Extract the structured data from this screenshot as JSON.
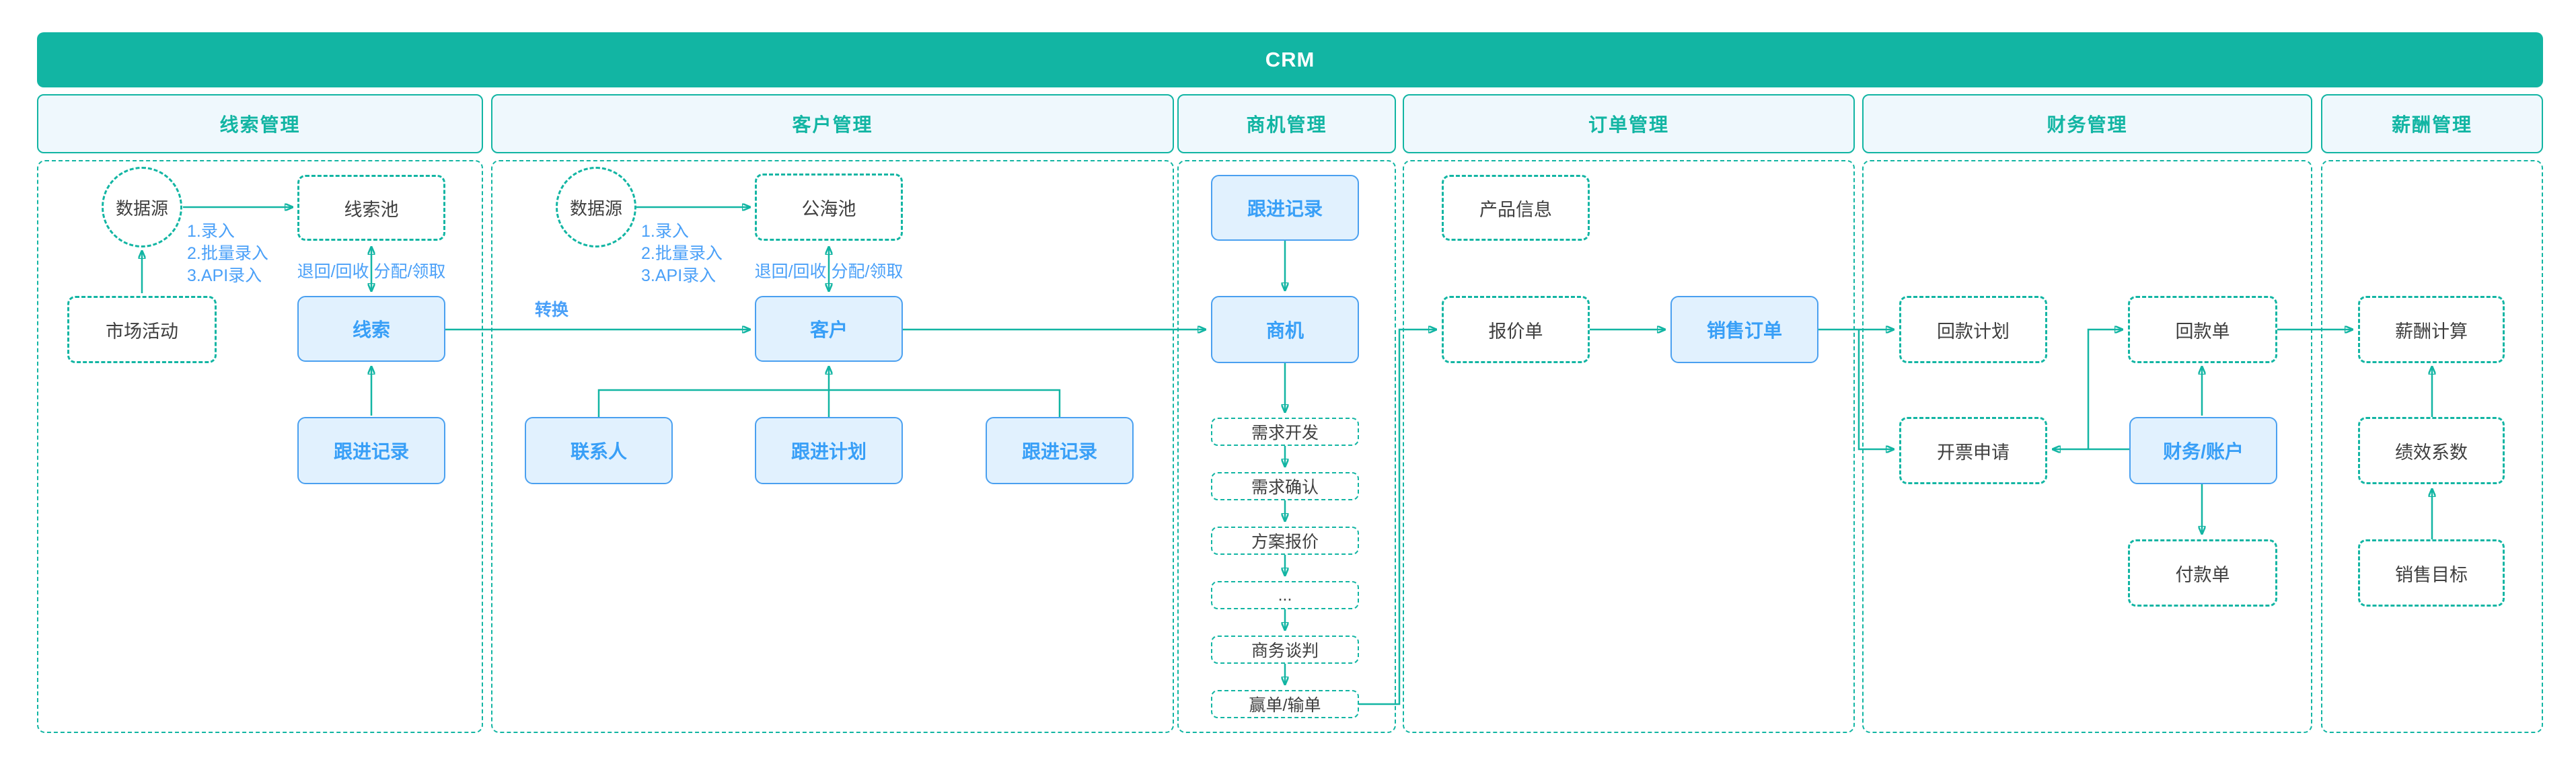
{
  "app": {
    "title": "CRM"
  },
  "colors": {
    "teal": "#12b5a3",
    "header_fill": "#eff8fd",
    "solid_node_border": "#4aa0f0",
    "solid_node_fill": "#e1f1fe",
    "solid_node_text": "#389ff7",
    "dashed_node_text": "#3f3f3f",
    "annotation_blue": "#4aa0f8"
  },
  "sections": [
    {
      "label": "线索管理"
    },
    {
      "label": "客户管理"
    },
    {
      "label": "商机管理"
    },
    {
      "label": "订单管理"
    },
    {
      "label": "财务管理"
    },
    {
      "label": "薪酬管理"
    }
  ],
  "nodes": [
    {
      "label": "数据源",
      "type": "ellipse"
    },
    {
      "label": "线索池",
      "type": "dashed"
    },
    {
      "label": "市场活动",
      "type": "dashed"
    },
    {
      "label": "线索",
      "type": "solid"
    },
    {
      "label": "跟进记录",
      "type": "solid"
    },
    {
      "label": "数据源",
      "type": "ellipse"
    },
    {
      "label": "公海池",
      "type": "dashed"
    },
    {
      "label": "客户",
      "type": "solid"
    },
    {
      "label": "联系人",
      "type": "solid"
    },
    {
      "label": "跟进计划",
      "type": "solid"
    },
    {
      "label": "跟进记录",
      "type": "solid"
    },
    {
      "label": "跟进记录",
      "type": "solid"
    },
    {
      "label": "商机",
      "type": "solid"
    },
    {
      "label": "需求开发",
      "type": "stage"
    },
    {
      "label": "需求确认",
      "type": "stage"
    },
    {
      "label": "方案报价",
      "type": "stage"
    },
    {
      "label": "...",
      "type": "stage"
    },
    {
      "label": "商务谈判",
      "type": "stage"
    },
    {
      "label": "赢单/输单",
      "type": "stage"
    },
    {
      "label": "产品信息",
      "type": "dashed"
    },
    {
      "label": "报价单",
      "type": "dashed"
    },
    {
      "label": "销售订单",
      "type": "solid"
    },
    {
      "label": "回款计划",
      "type": "dashed"
    },
    {
      "label": "回款单",
      "type": "dashed"
    },
    {
      "label": "开票申请",
      "type": "dashed"
    },
    {
      "label": "财务/账户",
      "type": "solid"
    },
    {
      "label": "付款单",
      "type": "dashed"
    },
    {
      "label": "薪酬计算",
      "type": "dashed"
    },
    {
      "label": "绩效系数",
      "type": "dashed"
    },
    {
      "label": "销售目标",
      "type": "dashed"
    }
  ],
  "annotations": {
    "entry_methods_1": "1.录入\n2.批量录入\n3.API录入",
    "entry_methods_2": "1.录入\n2.批量录入\n3.API录入",
    "pool_ops_1": "退回/回收 分配/领取",
    "pool_ops_2": "退回/回收 分配/领取",
    "convert": "转换"
  }
}
